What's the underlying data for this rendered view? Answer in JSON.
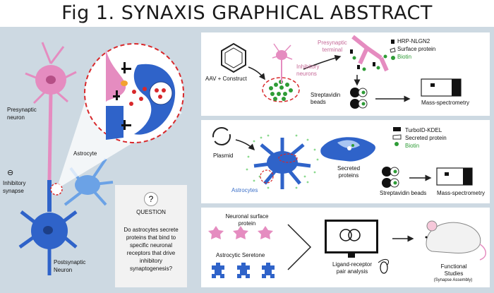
{
  "title": "Fig 1. SYNAXIS GRAPHICAL ABSTRACT",
  "left": {
    "presynaptic_label": [
      "Presynaptic",
      "neuron"
    ],
    "astrocyte_label": "Astrocyte",
    "inhibitory_symbol": "⊖",
    "inhibitory_label": [
      "Inhibitory",
      "synapse"
    ],
    "postsynaptic_label": [
      "Postsynaptic",
      "Neuron"
    ],
    "question_mark": "?",
    "question_title": "QUESTION",
    "question_text": [
      "Do astrocytes secrete",
      "proteins that bind to",
      "specific neuronal",
      "receptors that drive",
      "inhibitory",
      "synaptogenesis?"
    ]
  },
  "panel1": {
    "aav_label": "AAV + Construct",
    "presynaptic_terminal": [
      "Presynaptic",
      "terminal"
    ],
    "inhibitory_neurons": [
      "Inhibitory",
      "neurons"
    ],
    "legend": [
      "HRP-NLGN2",
      "Surface protein",
      "Biotin"
    ],
    "streptavidin": [
      "Streptavidin",
      "beads"
    ],
    "ms_label": "Mass-spectrometry"
  },
  "panel2": {
    "plasmid_label": "Plasmid",
    "astrocytes_label": "Astrocytes",
    "legend": [
      "TurboID-KDEL",
      "Secreted protein",
      "Biotin"
    ],
    "secreted_label": [
      "Secreted",
      "proteins"
    ],
    "streptavidin": "Streptavidin beads",
    "ms_label": "Mass-spectrometry"
  },
  "panel3": {
    "neuronal_label": [
      "Neuronal surface",
      "protein"
    ],
    "astro_label": "Astrocytic Seretone",
    "ligand_label": [
      "Ligand-receptor",
      "pair analysis"
    ],
    "functional_label": [
      "Functional",
      "Studies"
    ],
    "synapse_assembly": "(Synapse Assembly)"
  },
  "colors": {
    "band": "#cdd9e2",
    "pink": "#e58cc0",
    "blue": "#2f63c9",
    "green": "#2e9c36",
    "red_dash": "#d8282b"
  }
}
